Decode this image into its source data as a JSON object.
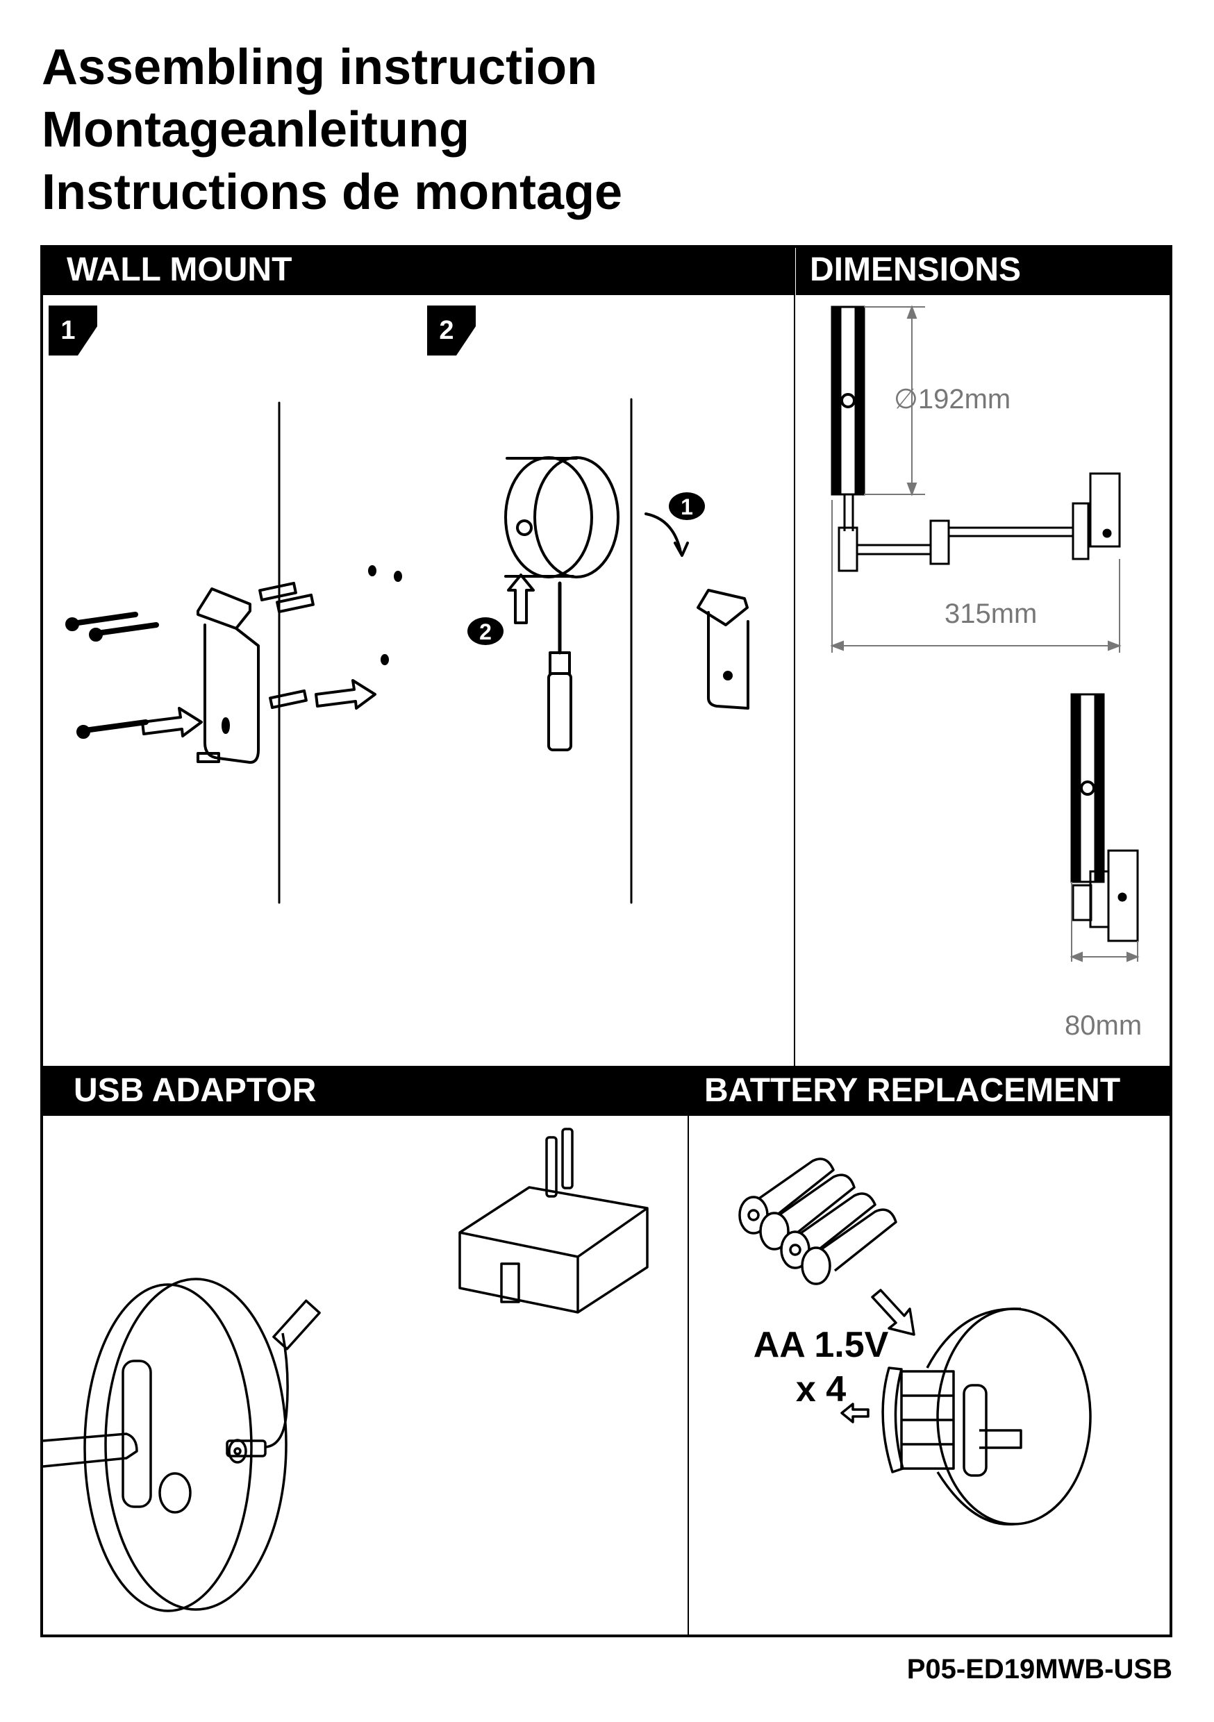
{
  "title": {
    "lines": [
      "Assembling instruction",
      "Montageanleitung",
      "Instructions de montage"
    ]
  },
  "sections": {
    "wall_mount": {
      "heading": "WALL MOUNT",
      "steps": [
        {
          "number": "1"
        },
        {
          "number": "2"
        }
      ],
      "substeps": [
        "1",
        "2"
      ]
    },
    "dimensions": {
      "heading": "DIMENSIONS",
      "diameter": "192mm",
      "diameter_symbol": "∅",
      "width": "315mm",
      "depth": "80mm"
    },
    "usb_adaptor": {
      "heading": "USB ADAPTOR"
    },
    "battery_replacement": {
      "heading": "BATTERY REPLACEMENT",
      "battery_type": "AA 1.5V",
      "battery_count": "x 4"
    }
  },
  "footer": {
    "product_code": "P05-ED19MWB-USB"
  }
}
